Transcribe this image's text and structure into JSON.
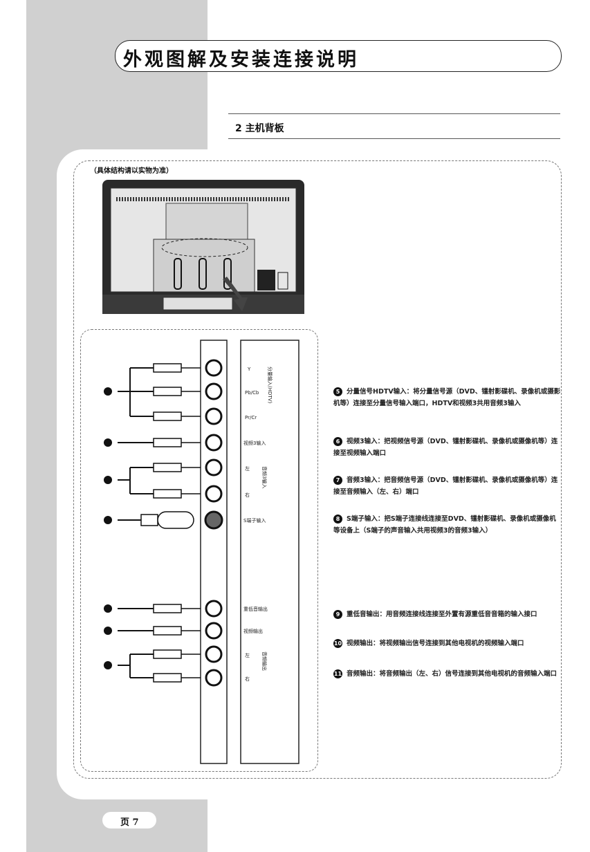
{
  "header": {
    "title": "外观图解及安装连接说明"
  },
  "section": {
    "title": "2 主机背板"
  },
  "note": "（具体结构请以实物为准）",
  "panel_labels": {
    "y": "Y",
    "pb": "Pb/Cb",
    "pr": "Pr/Cr",
    "component": "分量输入(HDTV)",
    "video3": "视频3输入",
    "left": "左",
    "right": "右",
    "audio3": "音频3输入",
    "s_input": "S端子输入",
    "sub_out": "重低音输出",
    "video_out": "视频输出",
    "audio_out": "音频输出"
  },
  "descriptions": [
    {
      "num": "5",
      "text": "分量信号HDTV输入：将分量信号源（DVD、镭射影碟机、录像机或摄影机等）连接至分量信号输入端口，HDTV和视频3共用音频3输入"
    },
    {
      "num": "6",
      "text": "视频3输入：把视频信号源（DVD、镭射影碟机、录像机或摄像机等）连接至视频输入端口"
    },
    {
      "num": "7",
      "text": "音频3输入：把音频信号源（DVD、镭射影碟机、录像机或摄像机等）连接至音频输入（左、右）端口"
    },
    {
      "num": "8",
      "text": "S端子输入：把S端子连接线连接至DVD、镭射影碟机、录像机或摄像机等设备上（S端子的声音输入共用视频3的音频3输入）"
    },
    {
      "num": "9",
      "text": "重低音输出：用音频连接线连接至外置有源重低音音箱的输入接口"
    },
    {
      "num": "10",
      "text": "视频输出：将视频输出信号连接到其他电视机的视频输入端口"
    },
    {
      "num": "11",
      "text": "音频输出：将音频输出（左、右）信号连接到其他电视机的音频输入端口"
    }
  ],
  "page": {
    "number": "页 7"
  }
}
